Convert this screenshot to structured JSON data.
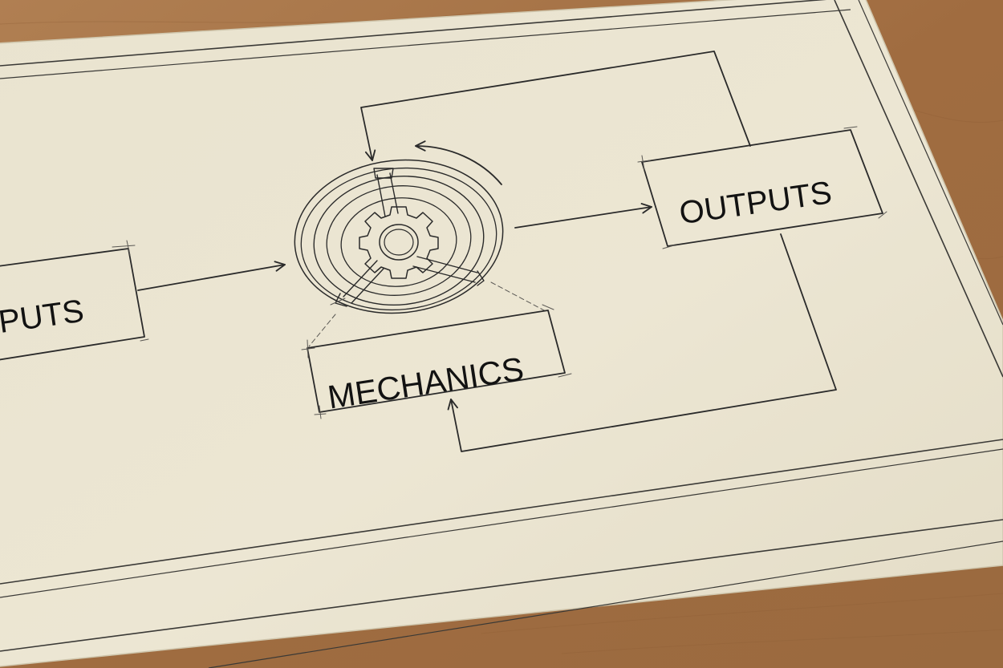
{
  "diagram": {
    "nodes": {
      "inputs": {
        "label": "PUTS"
      },
      "mechanics": {
        "label": "MECHANICS"
      },
      "outputs": {
        "label": "OUTPUTS"
      }
    },
    "edges": [
      {
        "from": "inputs",
        "to": "mechanics"
      },
      {
        "from": "mechanics",
        "to": "outputs"
      },
      {
        "from": "outputs",
        "to": "mechanics",
        "kind": "feedback-top"
      },
      {
        "from": "outputs",
        "to": "mechanics",
        "kind": "feedback-bottom"
      }
    ],
    "central_icon": "gear-wheel-icon"
  },
  "colors": {
    "paper": "#ebe4d1",
    "ink": "#2a2a2a",
    "wood": "#a9774a"
  }
}
